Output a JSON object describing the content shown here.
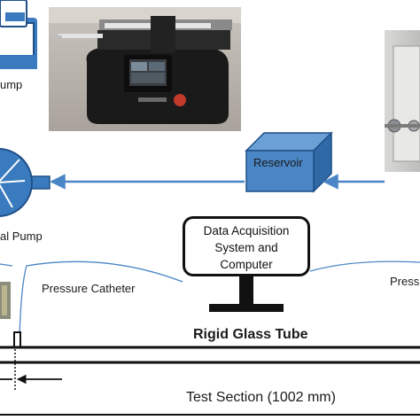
{
  "labels": {
    "syringe_pump_partial": "ump",
    "centrifugal_pump_partial": "al Pump",
    "reservoir": "Reservoir",
    "daq_line1": "Data Acquisition",
    "daq_line2": "System and",
    "daq_line3": "Computer",
    "pressure_catheter_left": "Pressure Catheter",
    "pressure_catheter_right_partial": "Press",
    "tube_title": "Rigid Glass Tube",
    "test_section": "Test Section (1002 mm)"
  },
  "colors": {
    "reservoir_fill": "#4a86c5",
    "reservoir_top": "#6aa0d6",
    "reservoir_side": "#2f6aa6",
    "flow_line": "#4a86c5",
    "pump_blue": "#3a7bbf",
    "monitor": "#111111"
  },
  "icons": {
    "syringe_pump": "syringe-pump-icon",
    "centrifugal_pump": "centrifugal-pump-icon",
    "monitor": "monitor-icon"
  }
}
